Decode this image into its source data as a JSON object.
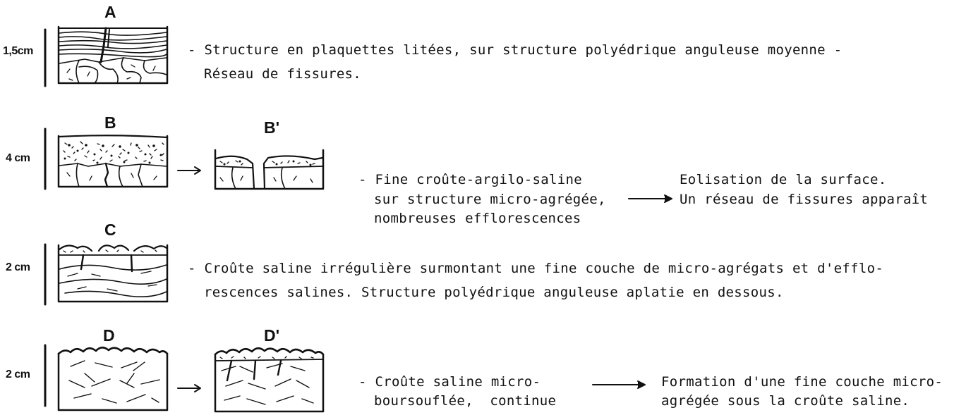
{
  "profiles": {
    "A": {
      "label": "A",
      "scale": "1,5cm",
      "desc_line1": "- Structure en plaquettes litées, sur structure polyédrique anguleuse moyenne -",
      "desc_line2": "Réseau de fissures."
    },
    "B": {
      "label": "B",
      "label_prime": "B'",
      "scale": "4 cm",
      "desc_line1": "- Fine croûte-argilo-saline",
      "desc_line2": "sur structure micro-agrégée,",
      "desc_line3": "nombreuses efflorescences",
      "result_line1": "Eolisation de la surface.",
      "result_line2": "Un réseau de fissures apparaît"
    },
    "C": {
      "label": "C",
      "scale": "2 cm",
      "desc_line1": "- Croûte saline irrégulière surmontant une fine couche de micro-agrégats et d'efflo-",
      "desc_line2": "rescences salines. Structure polyédrique anguleuse aplatie en dessous."
    },
    "D": {
      "label": "D",
      "label_prime": "D'",
      "scale": "2 cm",
      "desc_line1": "- Croûte saline micro-",
      "desc_line2": "boursouflée,  continue",
      "result_line1": "Formation d'une fine couche micro-",
      "result_line2": "agrégée sous la croûte saline."
    }
  }
}
